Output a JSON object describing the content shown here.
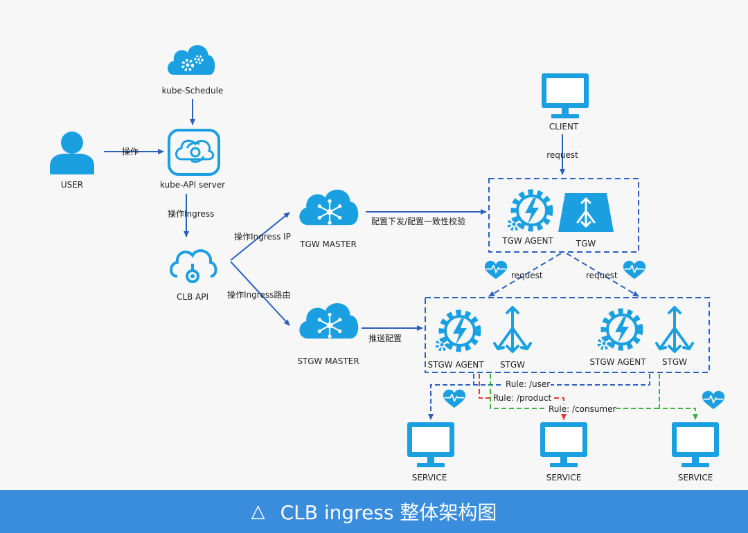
{
  "colors": {
    "icon": "#1aa0e0",
    "arrow": "#2a5fc0",
    "dashed_box": "#2a5fc0",
    "route_blue": "#2a5fc0",
    "route_red": "#e53935",
    "route_green": "#3cb43c",
    "caption_bg": "#3a8ddd"
  },
  "nodes": {
    "kube_schedule": "kube-Schedule",
    "user": "USER",
    "kube_api": "kube-API server",
    "clb_api": "CLB API",
    "tgw_master": "TGW MASTER",
    "stgw_master": "STGW MASTER",
    "client": "CLIENT",
    "tgw_agent": "TGW AGENT",
    "tgw": "TGW",
    "stgw_agent_1": "STGW AGENT",
    "stgw_1": "STGW",
    "stgw_agent_2": "STGW AGENT",
    "stgw_2": "STGW",
    "service_1": "SERVICE",
    "service_2": "SERVICE",
    "service_3": "SERVICE"
  },
  "edges": {
    "user_to_api": "操作",
    "api_to_clb": "操作Ingress",
    "clb_to_tgw": "操作Ingress IP",
    "clb_to_stgw": "操作Ingress路由",
    "tgwm_to_tgw": "配置下发/配置一致性校验",
    "stgwm_to_stgw": "推送配置",
    "client_to_tgw": "request",
    "tgw_to_stgw_left": "request",
    "tgw_to_stgw_right": "request"
  },
  "rules": {
    "user": "Rule: /user",
    "product": "Rule: /product",
    "consumer": "Rule: /consumer"
  },
  "caption": {
    "symbol": "△",
    "text": "CLB ingress 整体架构图"
  }
}
